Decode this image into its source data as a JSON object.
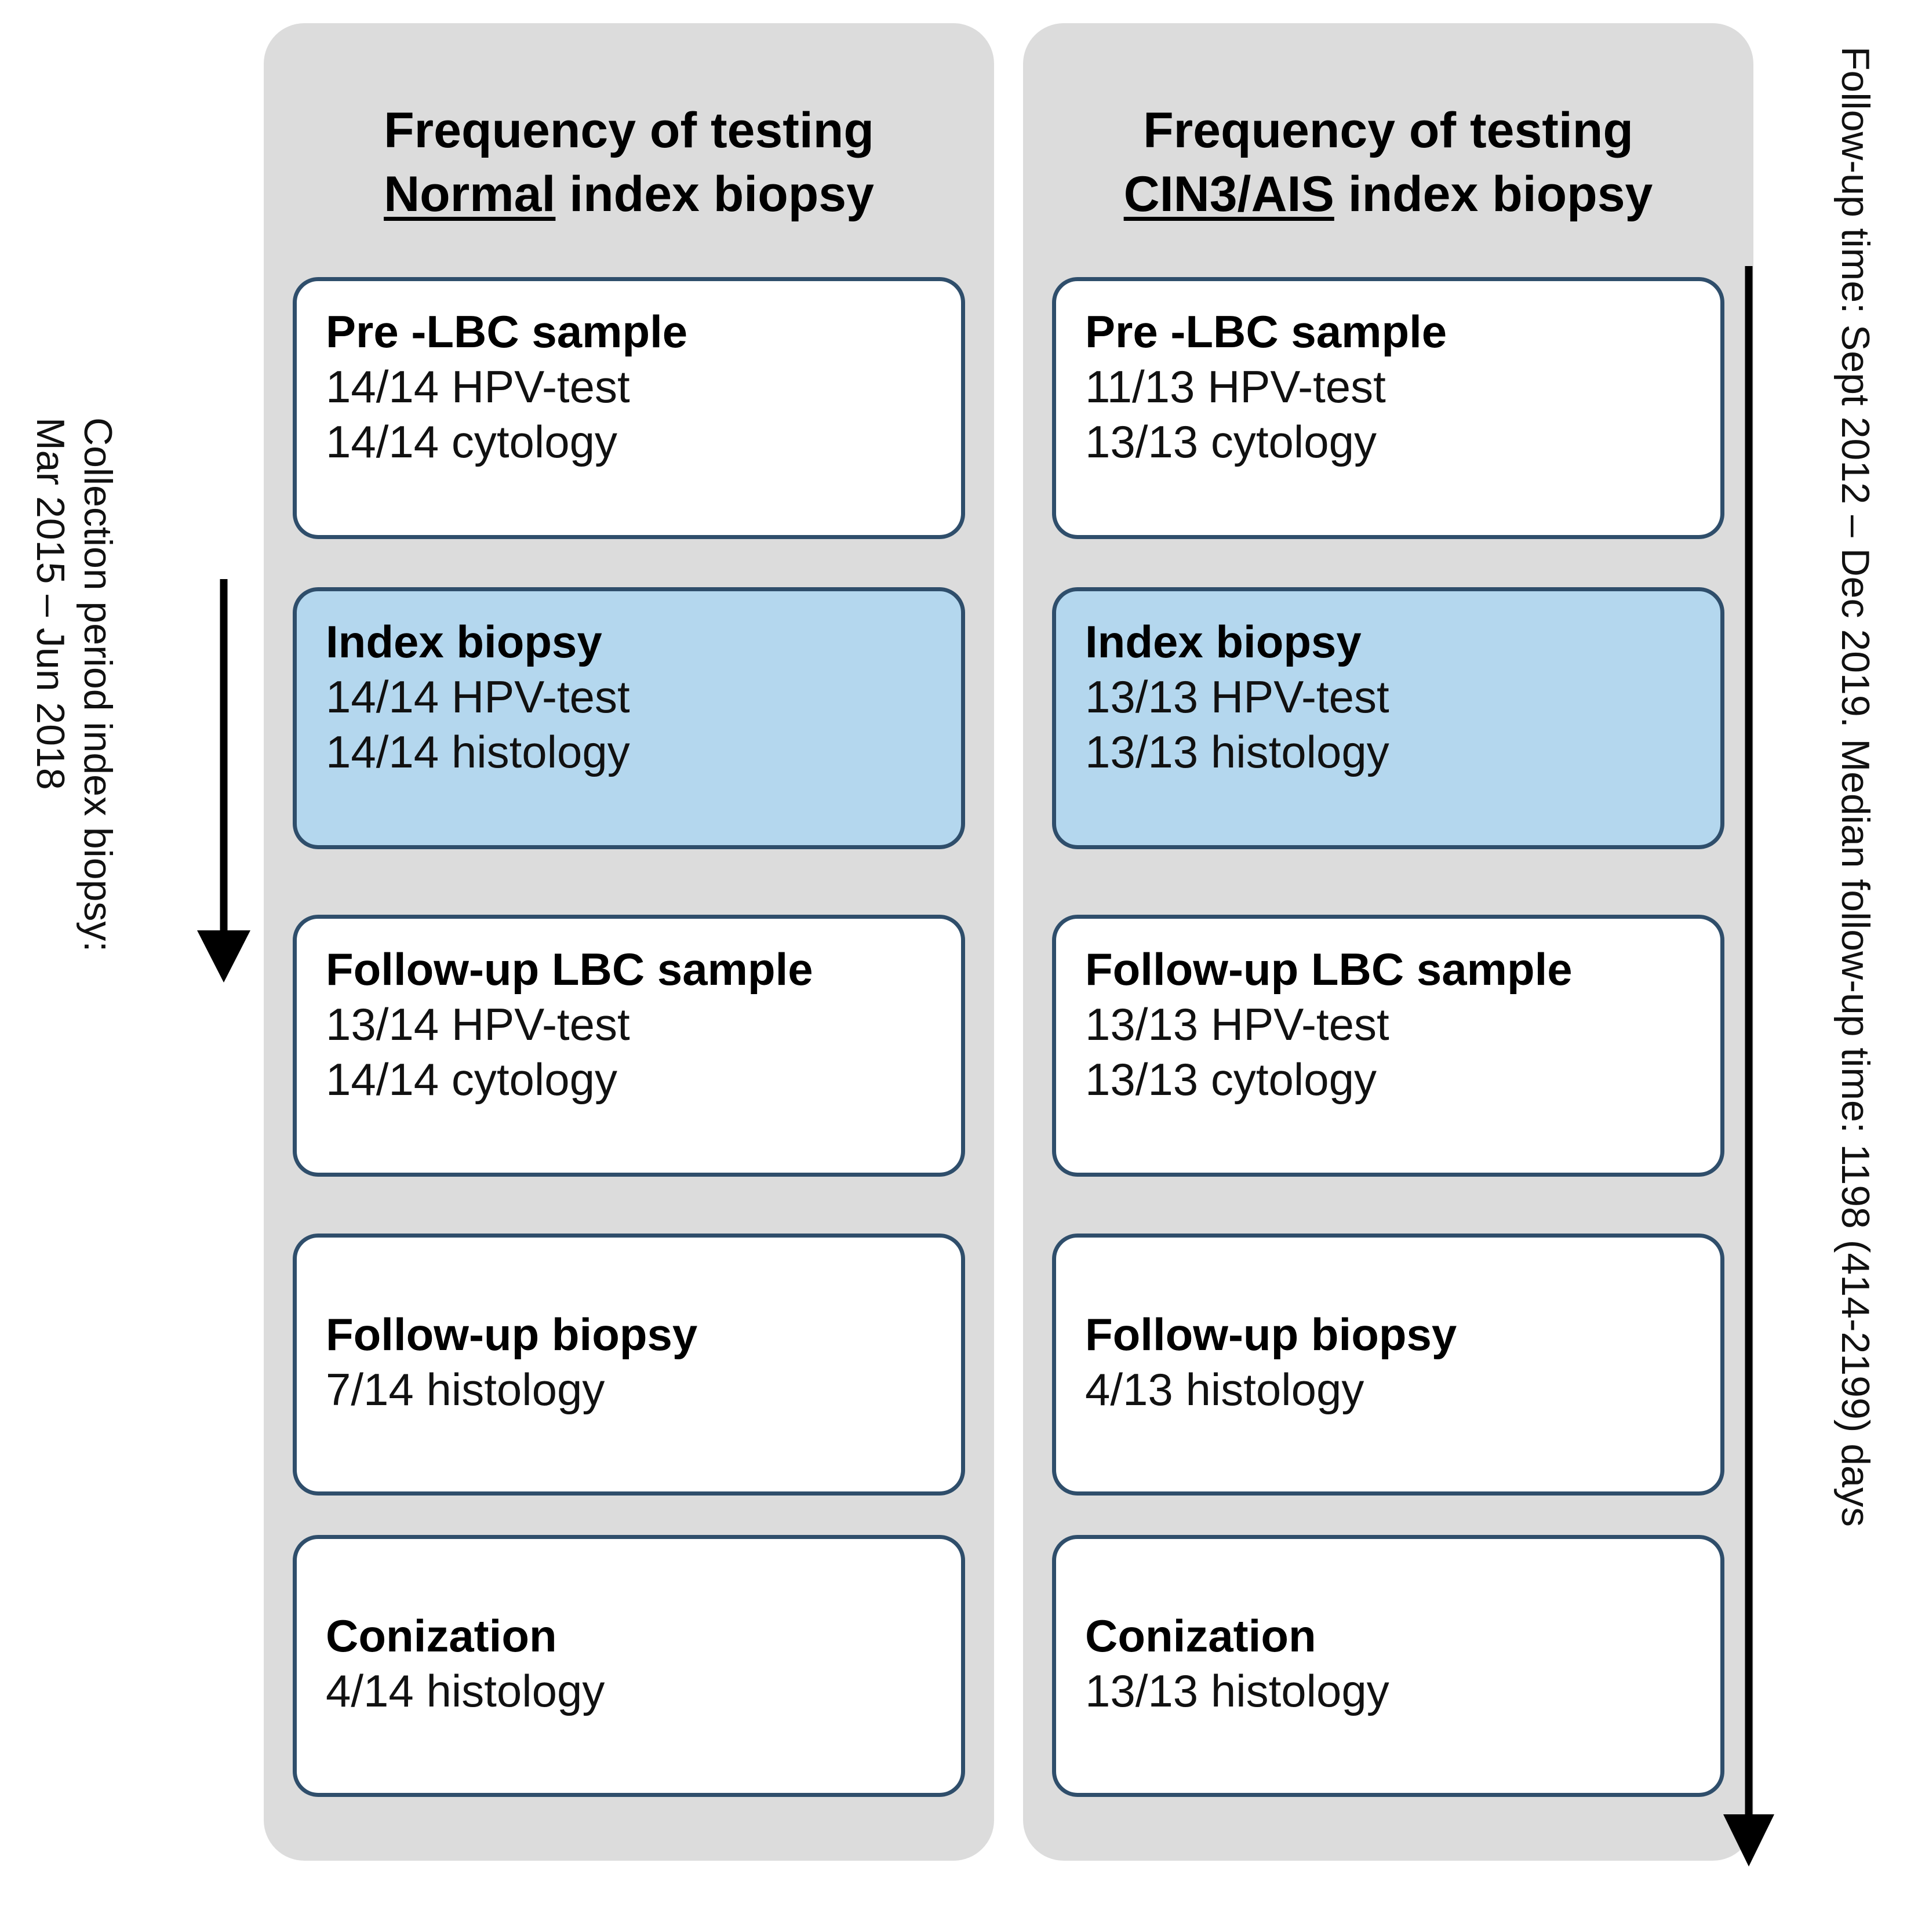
{
  "figure": {
    "type": "flow-diagram",
    "background": "#ffffff",
    "panel_fill": "#dcdcdc",
    "card_border": "#2f4e6b",
    "highlight_fill": "#b4d7ee"
  },
  "left_axis": {
    "line1": "Collection period index biopsy:",
    "line2": "Mar 2015 – Jun 2018",
    "arrow_direction": "down"
  },
  "right_axis": {
    "text": "Follow-up time: Sept 2012 – Dec 2019. Median follow-up time: 1198 (414-2199) days",
    "arrow_direction": "down"
  },
  "panels": [
    {
      "id": "normal",
      "title_line1": "Frequency of testing",
      "title_underlined": "Normal",
      "title_rest": " index biopsy",
      "cards": [
        {
          "title": "Pre -LBC sample",
          "lines": [
            "14/14 HPV-test",
            "14/14 cytology"
          ],
          "highlight": false
        },
        {
          "title": "Index biopsy",
          "lines": [
            "14/14 HPV-test",
            "14/14 histology"
          ],
          "highlight": true
        },
        {
          "title": "Follow-up  LBC sample",
          "lines": [
            "13/14 HPV-test",
            "14/14 cytology"
          ],
          "highlight": false
        },
        {
          "title": "Follow-up  biopsy",
          "lines": [
            "7/14 histology"
          ],
          "highlight": false
        },
        {
          "title": "Conization",
          "lines": [
            "4/14 histology"
          ],
          "highlight": false
        }
      ]
    },
    {
      "id": "cin3ais",
      "title_line1": "Frequency of testing",
      "title_underlined": "CIN3/AIS",
      "title_rest": " index biopsy",
      "cards": [
        {
          "title": "Pre -LBC sample",
          "lines": [
            "11/13 HPV-test",
            "13/13 cytology"
          ],
          "highlight": false
        },
        {
          "title": "Index biopsy",
          "lines": [
            "13/13 HPV-test",
            "13/13 histology"
          ],
          "highlight": true
        },
        {
          "title": "Follow-up  LBC sample",
          "lines": [
            "13/13 HPV-test",
            "13/13 cytology"
          ],
          "highlight": false
        },
        {
          "title": "Follow-up  biopsy",
          "lines": [
            "4/13 histology"
          ],
          "highlight": false
        },
        {
          "title": "Conization",
          "lines": [
            "13/13 histology"
          ],
          "highlight": false
        }
      ]
    }
  ]
}
